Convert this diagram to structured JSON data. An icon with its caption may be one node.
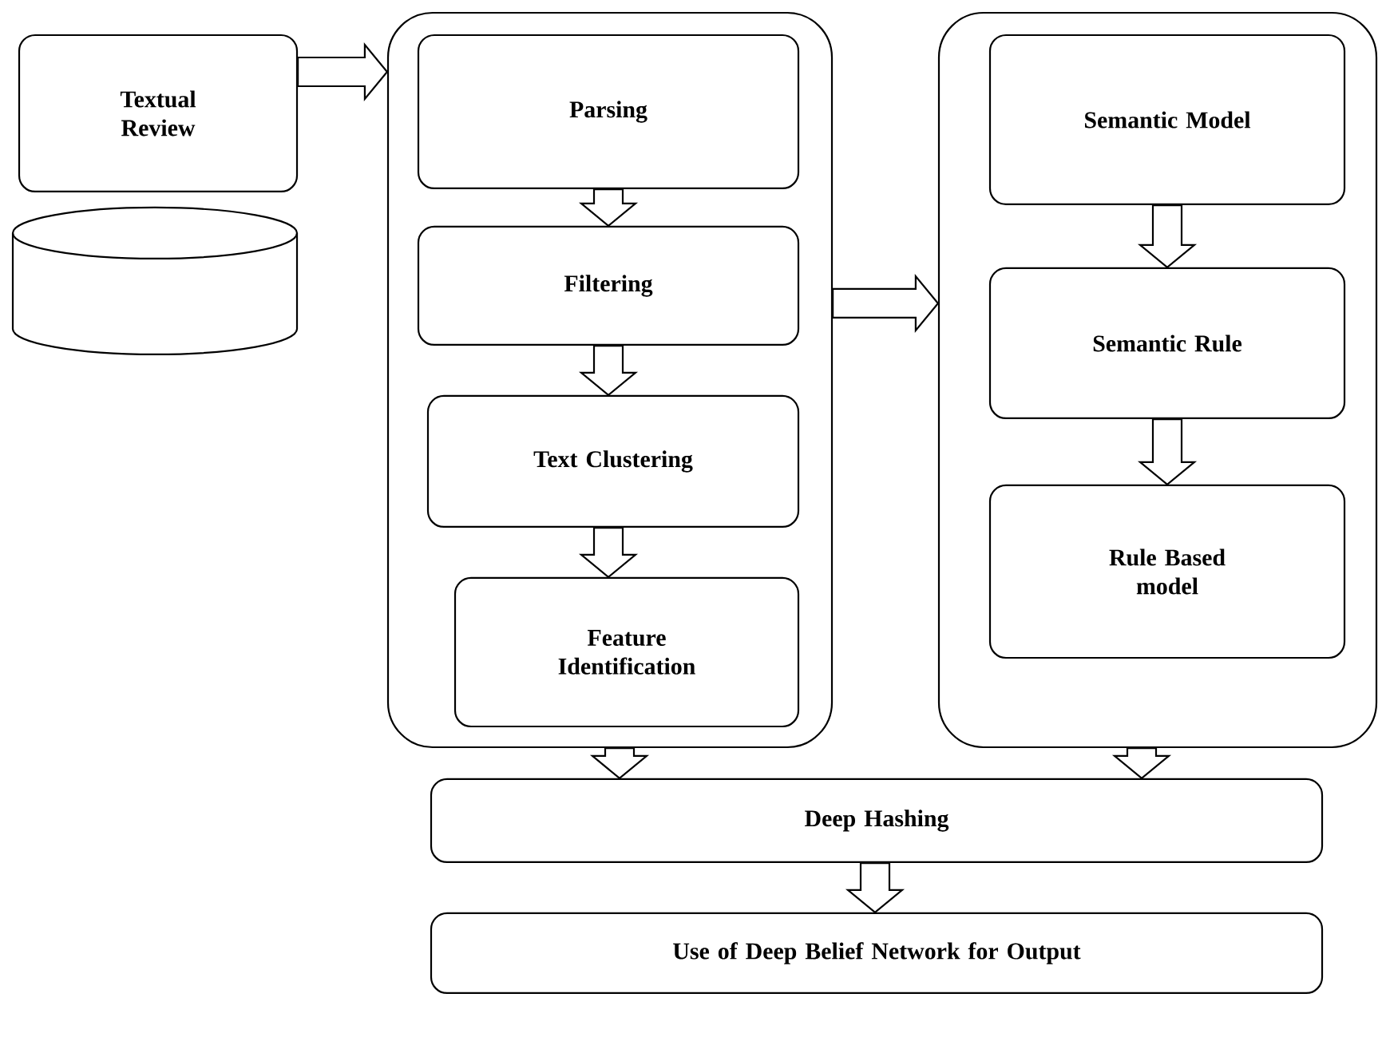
{
  "diagram": {
    "nodes": [
      {
        "text": [
          "Textual Review"
        ]
      },
      {
        "text": [],
        "shape": "cylinder"
      },
      {
        "text": [],
        "shape": "box"
      },
      {
        "text": [
          "Parsing"
        ],
        "in": 2
      },
      {
        "text": [
          "Filtering"
        ],
        "in": 2
      },
      {
        "text": [
          "Text Clustering"
        ],
        "in": 2
      },
      {
        "text": [
          "Feature Identification"
        ],
        "in": 2
      },
      {
        "text": [],
        "shape": "box"
      },
      {
        "text": [
          "Semantic Model"
        ],
        "in": 7
      },
      {
        "text": [
          "Semantic Rule"
        ],
        "in": 7
      },
      {
        "text": [
          "Rule Based model"
        ],
        "in": 7
      },
      {
        "text": [
          "Deep Hashing"
        ]
      },
      {
        "text": [
          "Use of Deep Belief Network for Output"
        ]
      }
    ],
    "edges": [
      {
        "from": 0,
        "to": 2,
        "arrow": "to"
      },
      {
        "from": 3,
        "to": 4,
        "arrow": "to"
      },
      {
        "from": 4,
        "to": 5,
        "arrow": "to"
      },
      {
        "from": 5,
        "to": 6,
        "arrow": "to"
      },
      {
        "from": 2,
        "to": 7,
        "arrow": "to"
      },
      {
        "from": 8,
        "to": 9,
        "arrow": "to"
      },
      {
        "from": 9,
        "to": 10,
        "arrow": "to"
      },
      {
        "from": 2,
        "to": 11,
        "arrow": "to"
      },
      {
        "from": 7,
        "to": 11,
        "arrow": "to"
      },
      {
        "from": 11,
        "to": 12,
        "arrow": "to"
      }
    ]
  }
}
